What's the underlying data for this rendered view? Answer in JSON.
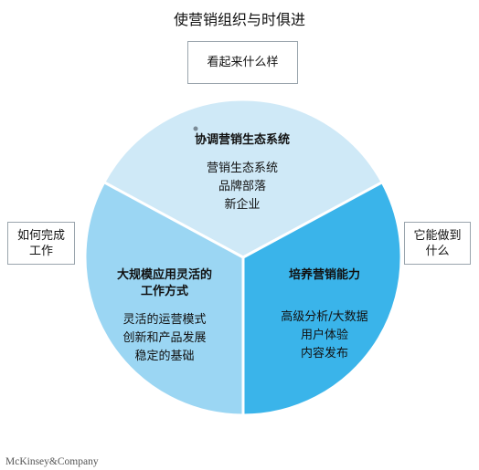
{
  "title": "使营销组织与时俱进",
  "labels": {
    "what": "看起来什么样",
    "how": [
      "如何完成",
      "工作"
    ],
    "can": [
      "它能做到",
      "什么"
    ]
  },
  "segments": {
    "top": {
      "title": "协调营销生态系统",
      "items": [
        "营销生态系统",
        "品牌部落",
        "新企业"
      ],
      "color": "#cfe9f7"
    },
    "left": {
      "title": [
        "大规模应用灵活的",
        "工作方式"
      ],
      "items": [
        "灵活的运营模式",
        "创新和产品发展",
        "稳定的基础"
      ],
      "color": "#9bd6f3"
    },
    "right": {
      "title": "培养营销能力",
      "items": [
        "高级分析/大数据",
        "用户体验",
        "内容发布"
      ],
      "color": "#3ab4ea"
    }
  },
  "brand": "McKinsey&Company"
}
